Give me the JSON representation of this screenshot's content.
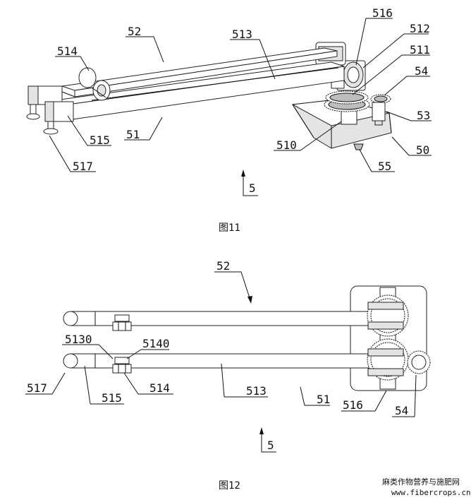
{
  "figure11": {
    "caption": "图11",
    "labels": {
      "l52": "52",
      "l513": "513",
      "l516": "516",
      "l512": "512",
      "l511": "511",
      "l514": "514",
      "l54": "54",
      "l53": "53",
      "l515": "515",
      "l51": "51",
      "l510": "510",
      "l50": "50",
      "l517": "517",
      "l55": "55",
      "l5": "5"
    }
  },
  "figure12": {
    "caption": "图12",
    "labels": {
      "l52": "52",
      "l5130": "5130",
      "l5140": "5140",
      "l517": "517",
      "l515": "515",
      "l514": "514",
      "l513": "513",
      "l51": "51",
      "l516": "516",
      "l54": "54",
      "l5": "5"
    }
  },
  "watermark": {
    "line1": "麻类作物营养与施肥网",
    "line2": "www.fibercrops.cn"
  }
}
